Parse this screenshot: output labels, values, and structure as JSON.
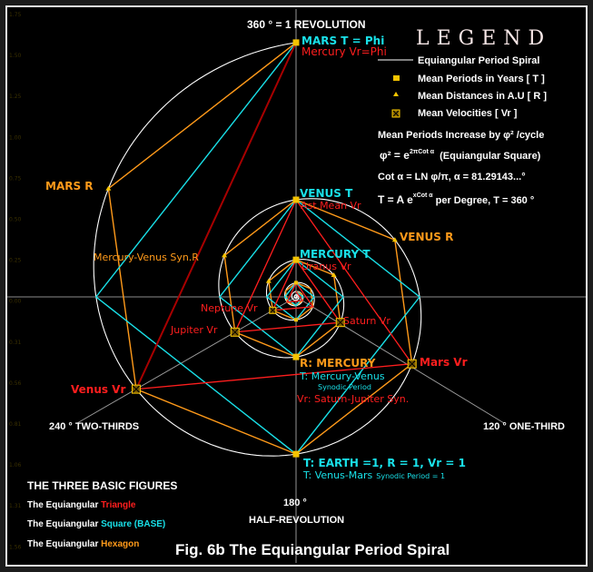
{
  "title": "Fig. 6b The Equiangular Period Spiral",
  "colors": {
    "spiral": "#ffffff",
    "square": "#19e0e8",
    "hexagon": "#ff9a1a",
    "triangle": "#ff1e1e",
    "triangle_dark": "#a80000",
    "marker": "#f5c400"
  },
  "axis_labels": [
    "1.75",
    "1.50",
    "1.25",
    "1.00",
    "0.75",
    "0.50",
    "0.25",
    "0.00",
    "0.31",
    "0.56",
    "0.81",
    "1.06",
    "1.31",
    "1.56"
  ],
  "angles": {
    "top": "360 °  = 1 REVOLUTION",
    "deg240": "240 °  TWO-THIRDS",
    "deg120": "120 ° ONE-THIRD",
    "deg180": "180 °",
    "half": "HALF-REVOLUTION"
  },
  "legend": {
    "heading": "LEGEND",
    "spiral": "Equiangular Period Spiral",
    "periods": "Mean Periods in Years [ T ]",
    "distances": "Mean Distances in A.U [ R ]",
    "velocities": "Mean Velocities [ Vr ]",
    "increase": "Mean Periods Increase by  φ² /cycle",
    "eq1_lhs": "φ² =  e",
    "eq1_exp": "2πCot α",
    "eq1_rhs": "(Equiangular Square)",
    "eq2": "Cot α = LN  φ/π,  α = 81.29143...°",
    "eq3_lhs": "T = A e",
    "eq3_exp": "xCot  α",
    "eq3_rhs": "per Degree, T = 360 °"
  },
  "labels": {
    "mars_t": "MARS T = Phi",
    "mercury_vr": "Mercury Vr=Phi",
    "mars_r": "MARS  R",
    "venus_r": "VENUS  R",
    "venus_t": "VENUS  T",
    "ast_mean_vr": "Ast.Mean Vr",
    "mercury_t": "MERCURY  T",
    "uranus_vr": "Uranus Vr",
    "merc_venus_syn_r": "Mercury-Venus Syn.R",
    "neptune_vr": "Neptune Vr",
    "jupiter_vr": "Jupiter Vr",
    "saturn_vr": "Saturn Vr",
    "mars_vr": "Mars Vr",
    "venus_vr": "Venus Vr",
    "r_mercury": "R: MERCURY",
    "t_merc_venus": "T:   Mercury-Venus",
    "synodic_period": "Synodic Period",
    "vr_sat_jup": "Vr: Saturn-Jupiter Syn.",
    "earth": "T: EARTH =1,   R = 1, Vr = 1",
    "venus_mars": "T: Venus-Mars",
    "venus_mars_syn": "Synodic Period = 1"
  },
  "figures": {
    "heading": "THE THREE BASIC FIGURES",
    "prefix": "The Equiangular ",
    "triangle": "Triangle",
    "square": "Square (BASE)",
    "hexagon": "Hexagon"
  }
}
